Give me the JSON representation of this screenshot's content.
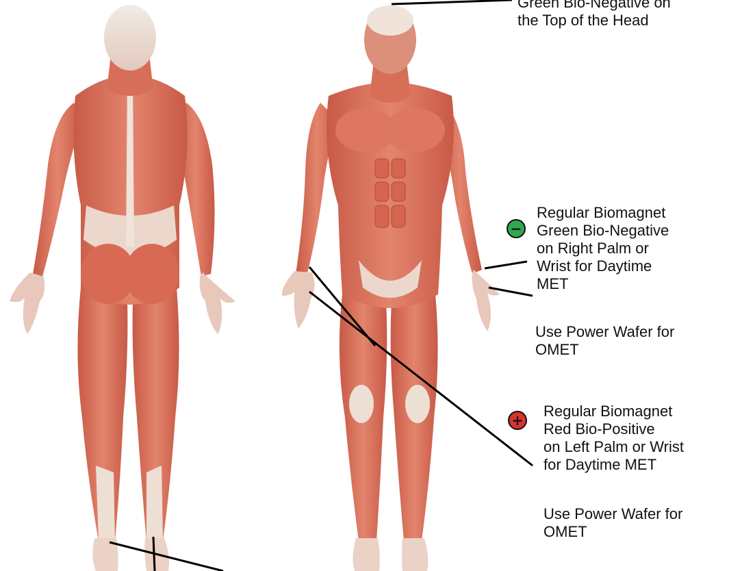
{
  "colors": {
    "muscle": "#d56a55",
    "muscle_light": "#e79a84",
    "tendon": "#efe3da",
    "line": "#000000",
    "negative": "#2fa84f",
    "positive": "#d9332f"
  },
  "labels": {
    "head": {
      "lines": [
        "Green Bio-Negative on",
        "the Top of the Head"
      ]
    },
    "right_palm": {
      "badge": "−",
      "badge_icon": "green-bio-negative-icon",
      "lines": [
        "Regular Biomagnet",
        "Green Bio-Negative",
        "on Right Palm or",
        "Wrist for Daytime",
        "MET"
      ],
      "note_lines": [
        "Use Power Wafer for",
        "OMET"
      ]
    },
    "left_palm": {
      "badge": "+",
      "badge_icon": "red-bio-positive-icon",
      "lines": [
        "Regular Biomagnet",
        "Red Bio-Positive",
        "on Left Palm or Wrist",
        "for Daytime MET"
      ],
      "note_lines": [
        "Use Power Wafer for",
        "OMET"
      ]
    }
  }
}
